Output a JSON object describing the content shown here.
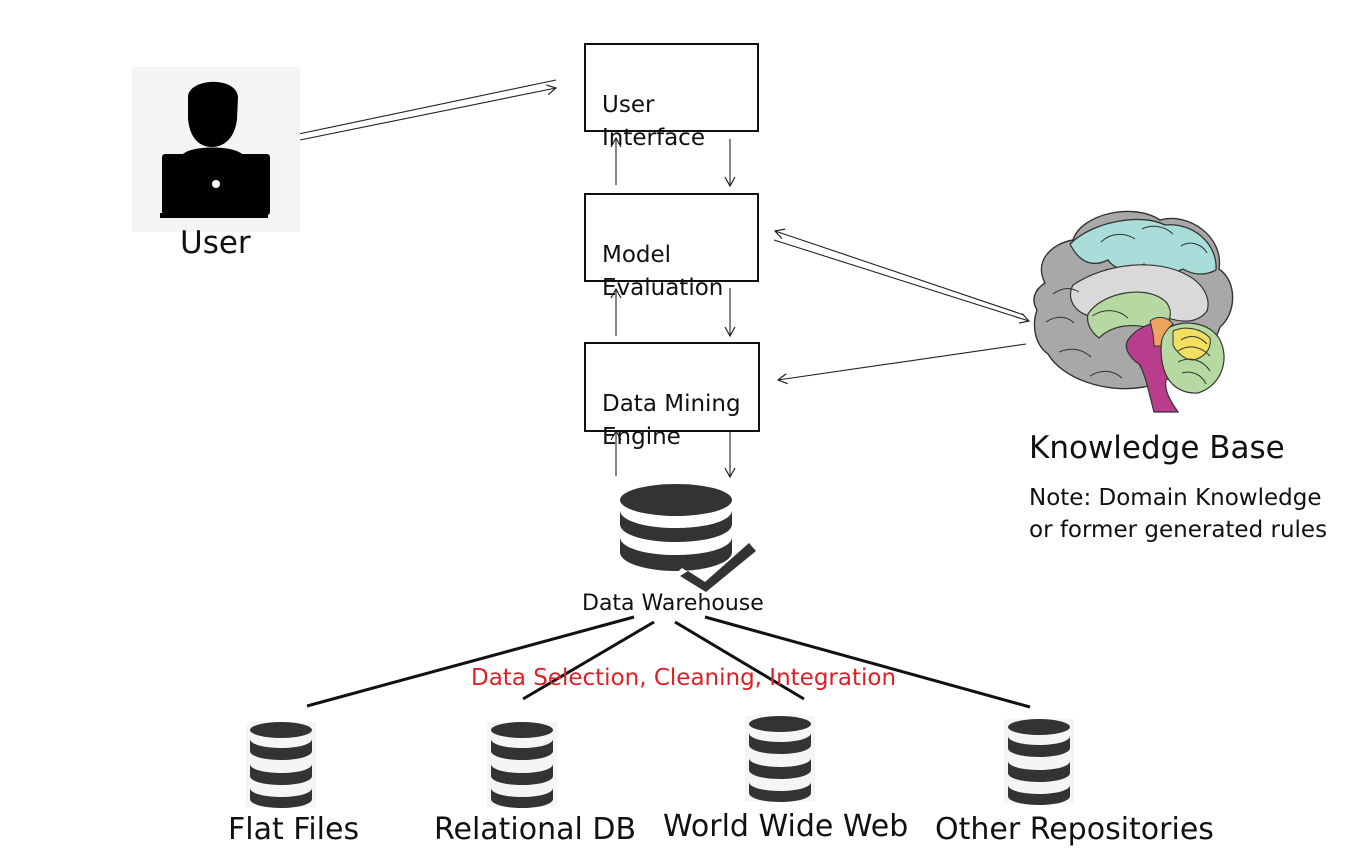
{
  "user": {
    "label": "User",
    "icon": "person-laptop-icon"
  },
  "pipeline": {
    "user_interface": "User\nInterface",
    "model_evaluation": "Model\nEvaluation",
    "data_mining_engine": "Data Mining\nEngine",
    "data_warehouse": "Data Warehouse",
    "process_label": "Data Selection, Cleaning, Integration"
  },
  "knowledge_base": {
    "title": "Knowledge Base",
    "note": "Note: Domain Knowledge\nor former generated rules",
    "icon": "brain-icon"
  },
  "repositories": [
    {
      "label": "Flat Files",
      "icon": "database-icon"
    },
    {
      "label": "Relational DB",
      "icon": "database-icon"
    },
    {
      "label": "World Wide Web",
      "icon": "database-icon"
    },
    {
      "label": "Other Repositories",
      "icon": "database-icon"
    }
  ],
  "colors": {
    "stroke": "#111111",
    "process_label": "#dd1f26",
    "brain_gray": "#a8a8a8",
    "brain_cyan": "#a9ddd9",
    "brain_green": "#b6d9a2",
    "brain_purple": "#b83d8c",
    "brain_yellow": "#f2df61",
    "brain_orange": "#f0a35e"
  }
}
